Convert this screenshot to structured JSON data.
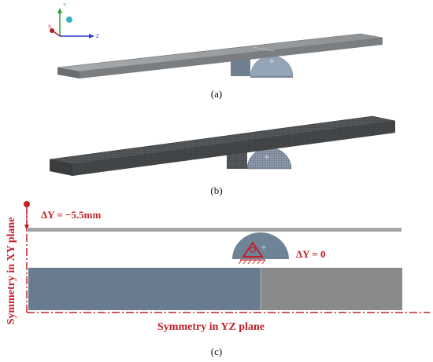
{
  "figure": {
    "panel_labels": {
      "a": "(a)",
      "b": "(b)",
      "c": "(c)"
    },
    "triad": {
      "y_label": "Y",
      "z_label": "Z",
      "x_label": "X"
    },
    "annotations": {
      "displacement_load": "ΔY = −5.5mm",
      "displacement_fixed": "ΔY = 0",
      "symmetry_xy": "Symmetry in XY plane",
      "symmetry_yz": "Symmetry in YZ plane"
    },
    "colors": {
      "beam_plain": "#9a9d9f",
      "beam_mesh": "#4a4c4e",
      "support_plain": "#8f9fb0",
      "mesh_support": "#7a8797",
      "section_blue": "#687b8f",
      "section_gray": "#8a8a8a",
      "annotation_red": "#c0202a"
    }
  }
}
